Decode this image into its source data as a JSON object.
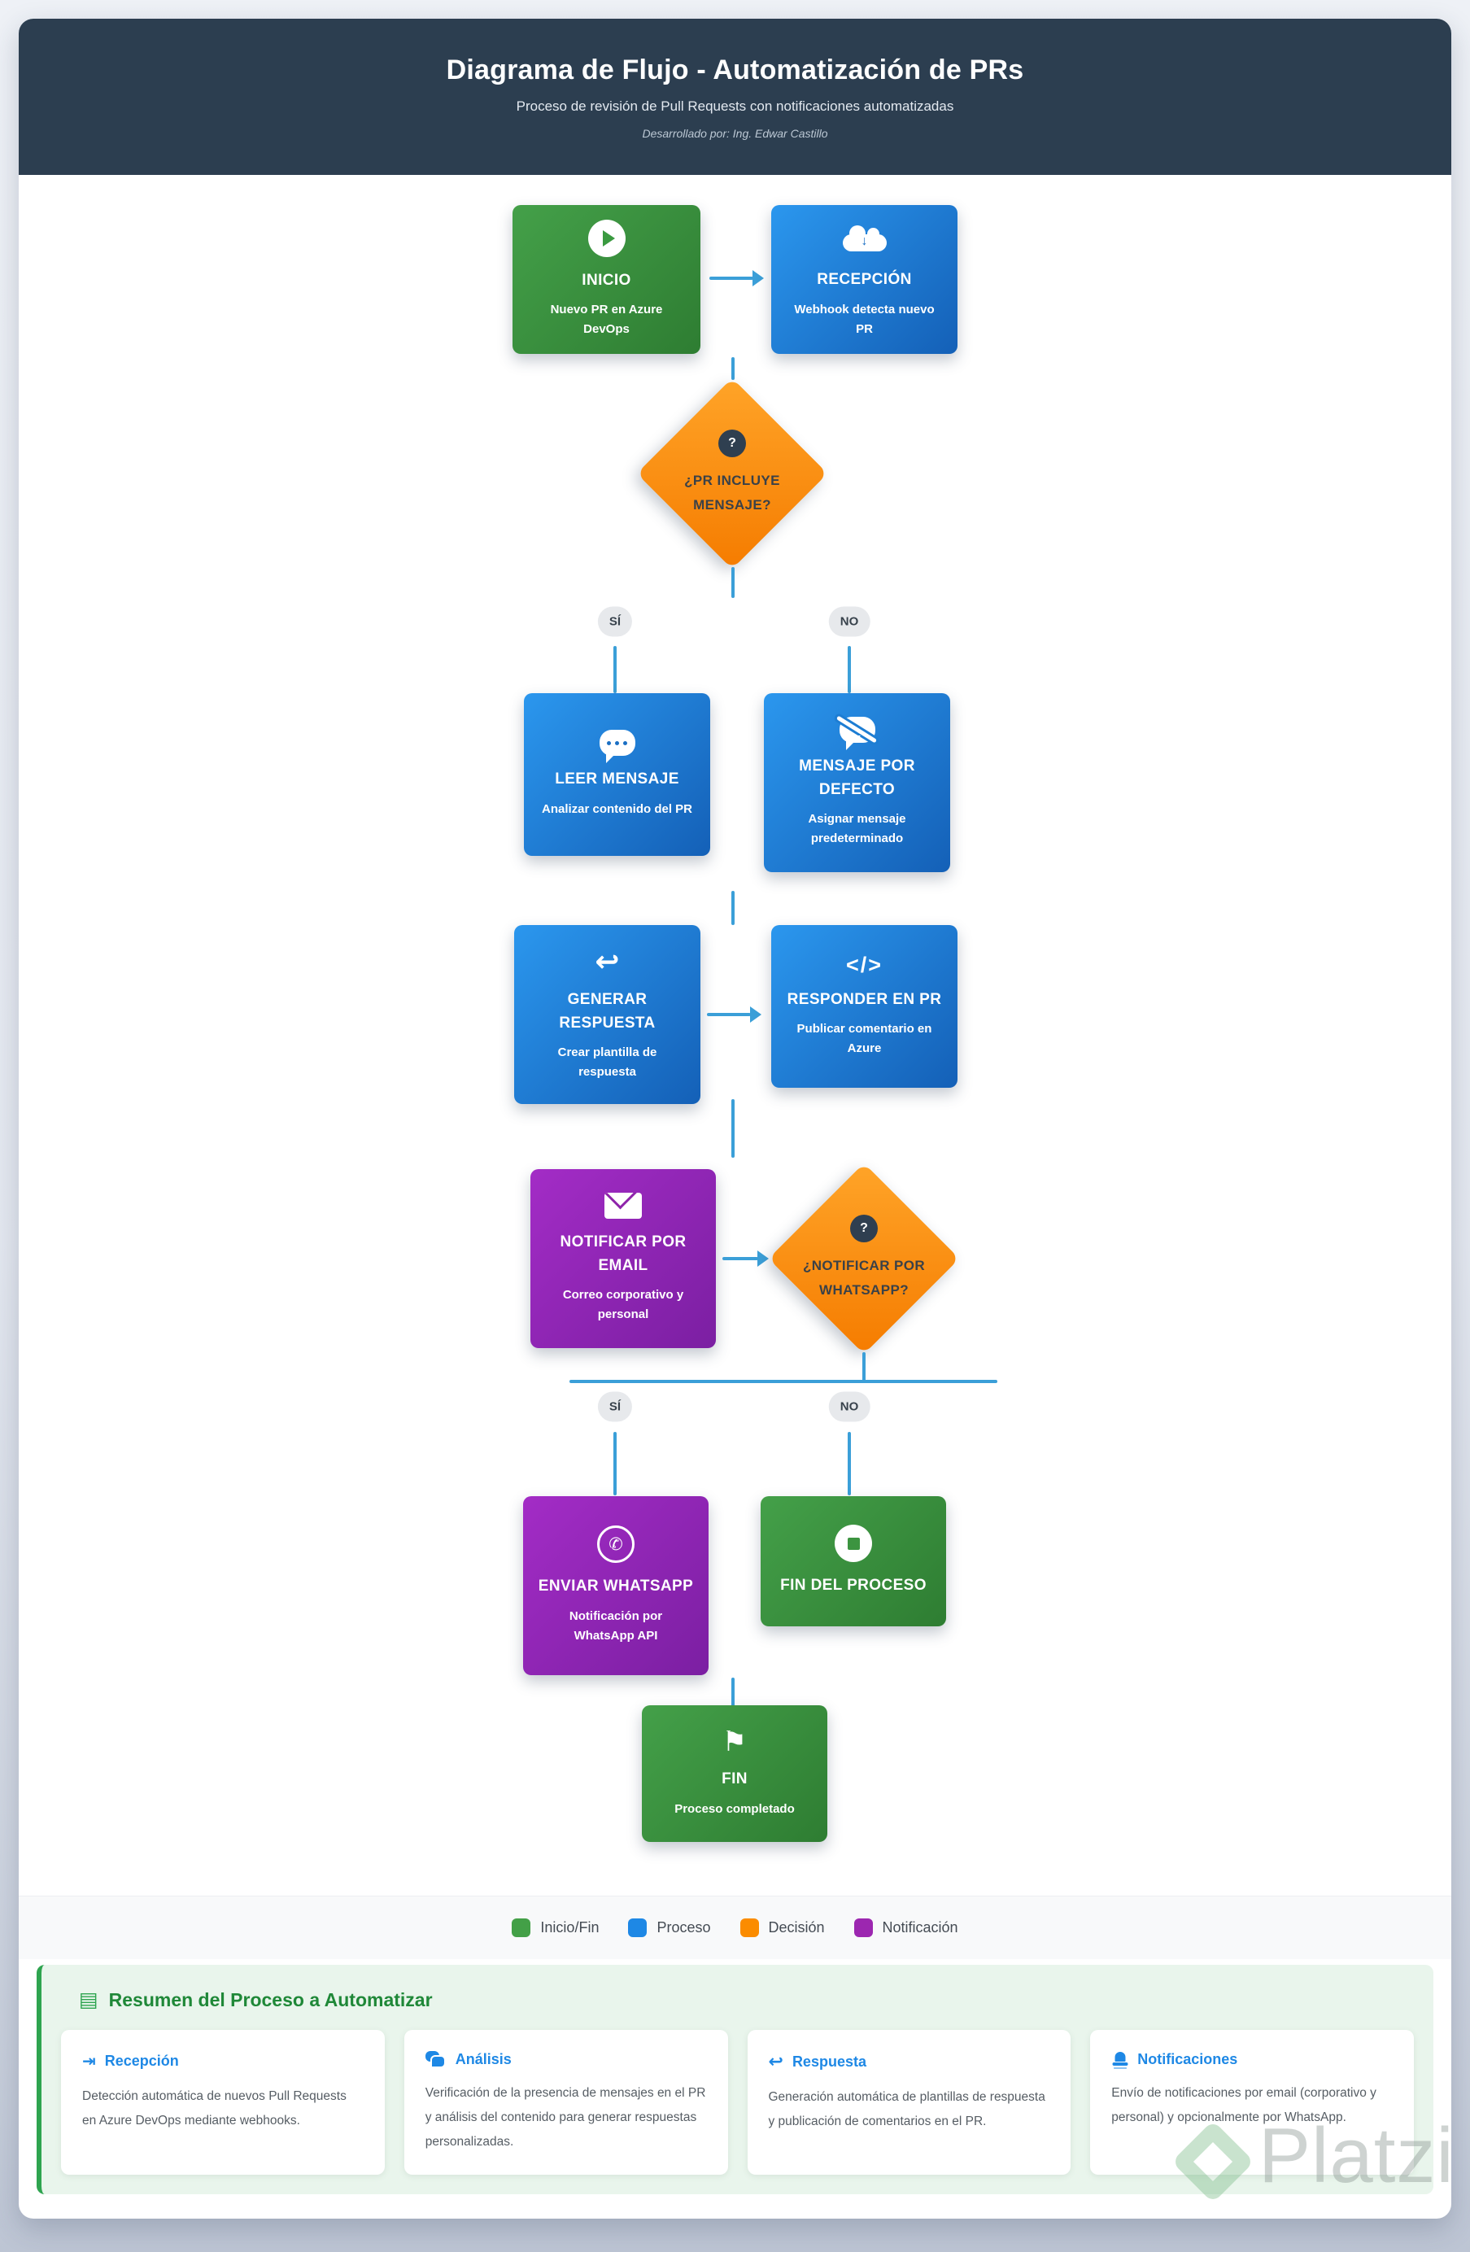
{
  "header": {
    "title": "Diagrama de Flujo - Automatización de PRs",
    "subtitle": "Proceso de revisión de Pull Requests con notificaciones automatizadas",
    "author": "Desarrollado por: Ing. Edwar Castillo"
  },
  "flowchart": {
    "nodes": {
      "inicio": {
        "title": "INICIO",
        "subtitle": "Nuevo PR en Azure DevOps",
        "type": "inicio-fin"
      },
      "recepcion": {
        "title": "RECEPCIÓN",
        "subtitle": "Webhook detecta nuevo PR",
        "type": "proceso"
      },
      "decision_mensaje": {
        "question": "¿PR INCLUYE MENSAJE?",
        "type": "decision"
      },
      "leer_mensaje": {
        "title": "LEER MENSAJE",
        "subtitle": "Analizar contenido del PR",
        "type": "proceso"
      },
      "mensaje_defecto": {
        "title": "MENSAJE POR DEFECTO",
        "subtitle": "Asignar mensaje predeterminado",
        "type": "proceso"
      },
      "generar_respuesta": {
        "title": "GENERAR RESPUESTA",
        "subtitle": "Crear plantilla de respuesta",
        "type": "proceso"
      },
      "responder_pr": {
        "title": "RESPONDER EN PR",
        "subtitle": "Publicar comentario en Azure",
        "type": "proceso"
      },
      "notificar_email": {
        "title": "NOTIFICAR POR EMAIL",
        "subtitle": "Correo corporativo y personal",
        "type": "notificacion"
      },
      "decision_whatsapp": {
        "question": "¿NOTIFICAR POR WHATSAPP?",
        "type": "decision"
      },
      "enviar_whatsapp": {
        "title": "ENVIAR WHATSAPP",
        "subtitle": "Notificación por WhatsApp API",
        "type": "notificacion"
      },
      "fin_proceso": {
        "title": "FIN DEL PROCESO",
        "type": "inicio-fin"
      },
      "fin": {
        "title": "FIN",
        "subtitle": "Proceso completado",
        "type": "inicio-fin"
      }
    },
    "branch_labels": {
      "yes": "SÍ",
      "no": "NO"
    },
    "question_mark": "?",
    "icons": {
      "inicio": "play-circle-icon",
      "recepcion": "cloud-download-icon",
      "decision_mensaje": "question-circle-icon",
      "leer_mensaje": "comment-dots-icon",
      "mensaje_defecto": "comment-slash-icon",
      "generar_respuesta": "reply-icon",
      "responder_pr": "code-icon",
      "notificar_email": "envelope-icon",
      "decision_whatsapp": "question-circle-icon",
      "enviar_whatsapp": "whatsapp-icon",
      "fin_proceso": "stop-circle-icon",
      "fin": "flag-checkered-icon"
    },
    "glyphs": {
      "reply": "↩",
      "code": "</>",
      "whatsapp": "✆",
      "flag": "⚑",
      "cloud_arrow": "↓"
    },
    "legend": {
      "items": [
        {
          "label": "Inicio/Fin",
          "color": "#43a047"
        },
        {
          "label": "Proceso",
          "color": "#1e88e5"
        },
        {
          "label": "Decisión",
          "color": "#fb8c00"
        },
        {
          "label": "Notificación",
          "color": "#9c27b0"
        }
      ]
    }
  },
  "summary": {
    "title": "Resumen del Proceso a Automatizar",
    "title_icon": "list-icon",
    "title_icon_glyph": "▤",
    "cards": [
      {
        "icon": "sign-in-icon",
        "icon_glyph": "⇥",
        "title": "Recepción",
        "text": "Detección automática de nuevos Pull Requests en Azure DevOps mediante webhooks."
      },
      {
        "icon": "comments-icon",
        "title": "Análisis",
        "text": "Verificación de la presencia de mensajes en el PR y análisis del contenido para generar respuestas personalizadas."
      },
      {
        "icon": "reply-icon",
        "icon_glyph": "↩",
        "title": "Respuesta",
        "text": "Generación automática de plantillas de respuesta y publicación de comentarios en el PR."
      },
      {
        "icon": "bell-icon",
        "title": "Notificaciones",
        "text": "Envío de notificaciones por email (corporativo y personal) y opcionalmente por WhatsApp."
      }
    ]
  },
  "watermark": {
    "text": "Platzi"
  },
  "colors": {
    "header_bg": "#2c3e50",
    "inicio_fin": "#43a047",
    "proceso": "#1e88e5",
    "decision": "#fb8c00",
    "notificacion": "#9c27b0",
    "connector": "#3b9fd8",
    "summary_bg": "#e9f5ec",
    "summary_accent": "#2ea44f",
    "card_header": "#1e88e5"
  }
}
